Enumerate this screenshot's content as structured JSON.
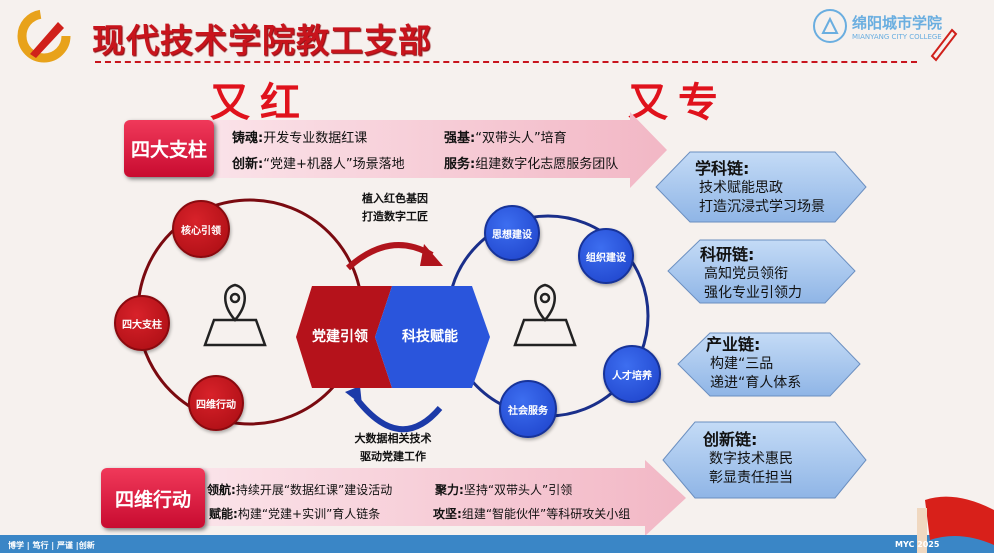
{
  "header": {
    "title": "现代技术学院教工支部",
    "logo_cn": "绵阳城市学院",
    "logo_en": "MIANYANG CITY COLLEGE"
  },
  "slogans": {
    "left": "又红",
    "right": "又专"
  },
  "top_banner": {
    "label": "四大支柱",
    "items": [
      {
        "k": "铸魂:",
        "v": "开发专业数据红课"
      },
      {
        "k": "强基:",
        "v": "“双带头人”培育"
      },
      {
        "k": "创新:",
        "v": "“党建+机器人”场景落地"
      },
      {
        "k": "服务:",
        "v": "组建数字化志愿服务团队"
      }
    ]
  },
  "bottom_banner": {
    "label": "四维行动",
    "items": [
      {
        "k": "领航:",
        "v": "持续开展“数据红课”建设活动"
      },
      {
        "k": "聚力:",
        "v": "坚持“双带头人”引领"
      },
      {
        "k": "赋能:",
        "v": "构建“党建+实训”育人链条"
      },
      {
        "k": "攻坚:",
        "v": "组建“智能伙伴”等科研攻关小组"
      }
    ]
  },
  "diagram": {
    "center_left": "党建引领",
    "center_right": "科技赋能",
    "left_nodes": [
      "核心引领",
      "四大支柱",
      "四维行动"
    ],
    "right_nodes": [
      "思想建设",
      "组织建设",
      "人才培养",
      "社会服务"
    ],
    "top_caption": [
      "植入红色基因",
      "打造数字工匠"
    ],
    "bottom_caption": [
      "大数据相关技术",
      "驱动党建工作"
    ]
  },
  "chains": [
    {
      "title": "学科链:",
      "lines": [
        "技术赋能思政",
        "打造沉浸式学习场景"
      ]
    },
    {
      "title": "科研链:",
      "lines": [
        "高知党员领衔",
        "强化专业引领力"
      ]
    },
    {
      "title": "产业链:",
      "lines": [
        "构建“三品",
        "递进“育人体系"
      ]
    },
    {
      "title": "创新链:",
      "lines": [
        "数字技术惠民",
        "彰显责任担当"
      ]
    }
  ],
  "footer": {
    "left": "博学 | 笃行 | 严谨 |创新",
    "right": "MYC 2025"
  },
  "colors": {
    "red": "#c8141c",
    "blue": "#3a86c6",
    "hex_blue": "#a9c8ef"
  }
}
